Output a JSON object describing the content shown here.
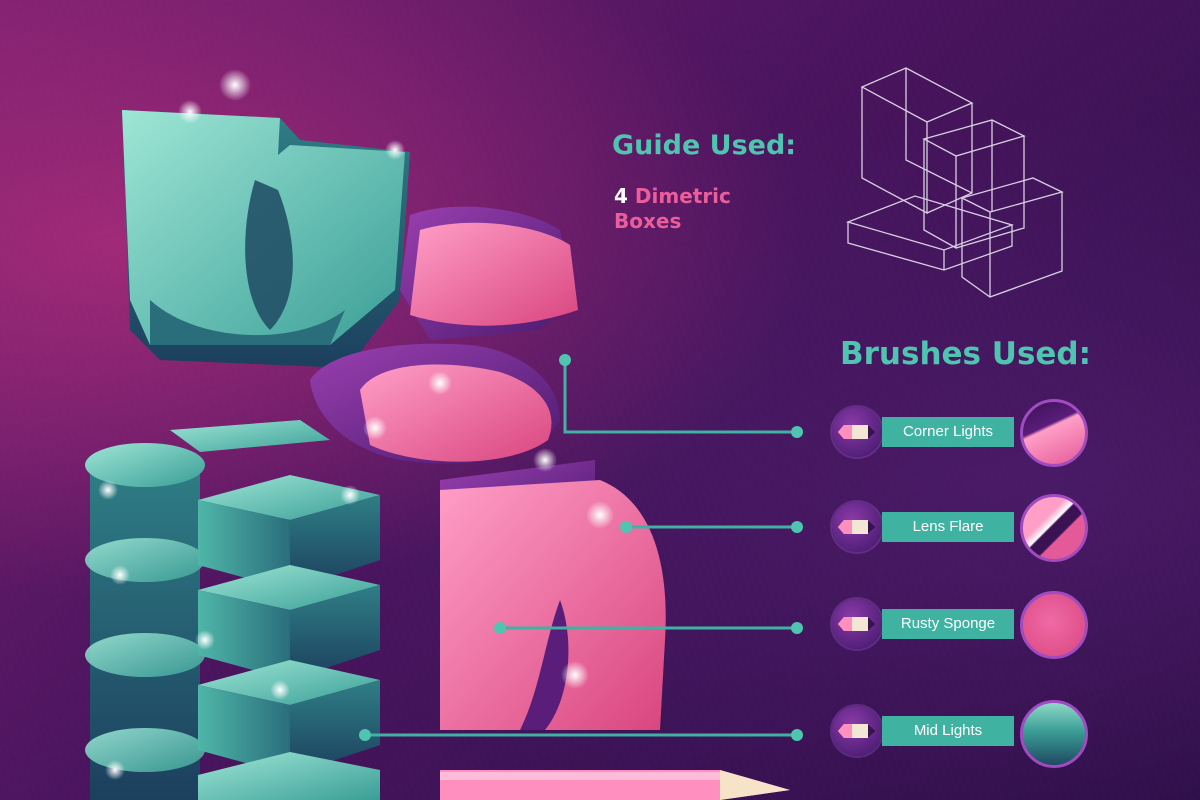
{
  "guide": {
    "title": "Guide Used:",
    "count": "4",
    "desc_line1": "Dimetric",
    "desc_line2": "Boxes"
  },
  "brushes": {
    "title": "Brushes Used:",
    "items": [
      {
        "label": "Corner Lights"
      },
      {
        "label": "Lens Flare"
      },
      {
        "label": "Rusty Sponge"
      },
      {
        "label": "Mid Lights"
      }
    ]
  },
  "colors": {
    "teal": "#4fc4b0",
    "label_bg": "#3fb2a2",
    "pink": "#ec5d9c",
    "purple": "#5a1d7a"
  }
}
